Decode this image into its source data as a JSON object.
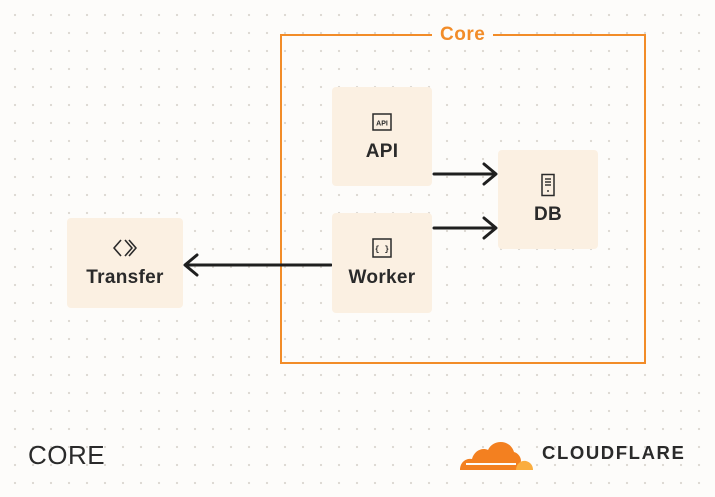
{
  "diagram": {
    "group": {
      "label": "Core"
    },
    "nodes": {
      "api": {
        "label": "API",
        "icon": "api-icon",
        "icon_text": "API"
      },
      "db": {
        "label": "DB",
        "icon": "database-icon"
      },
      "worker": {
        "label": "Worker",
        "icon": "code-braces-icon",
        "icon_text": "{ }"
      },
      "transfer": {
        "label": "Transfer",
        "icon": "transfer-icon"
      }
    },
    "edges": [
      {
        "from": "API",
        "to": "DB"
      },
      {
        "from": "Worker",
        "to": "DB"
      },
      {
        "from": "Worker",
        "to": "Transfer"
      }
    ]
  },
  "footer": {
    "title": "CORE",
    "brand": "CLOUDFLARE"
  },
  "colors": {
    "accent": "#f28c28",
    "node_fill": "#fbf0e2",
    "text": "#2a2a2a",
    "background": "#fdfcfa"
  }
}
